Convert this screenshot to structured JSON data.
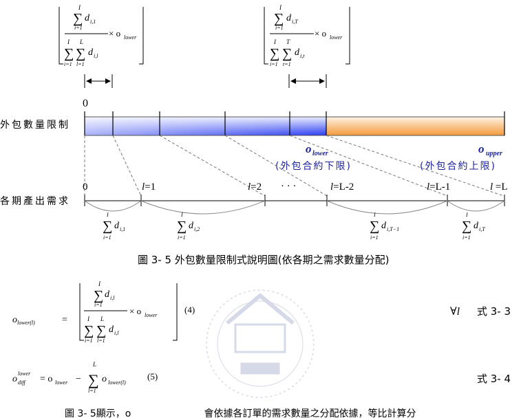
{
  "diagram": {
    "formula_left": {
      "sum_top": "I",
      "sum_top_var": "d",
      "sum_top_sub": "i,1",
      "sum_bot_var": "d",
      "sum_bot_sub": "i,l",
      "limit_i": "i=1",
      "limit_l": "l=1",
      "times": "× o",
      "o_sub": "lower",
      "I": "I",
      "L": "L"
    },
    "formula_right": {
      "sum_top": "I",
      "sum_top_var": "d",
      "sum_top_sub": "i,T",
      "sum_bot_var": "d",
      "sum_bot_sub": "i,t",
      "limit_i": "i=1",
      "limit_t": "t=1",
      "times": "× o",
      "o_sub": "lower",
      "I": "I",
      "T": "T"
    },
    "zero_top": "0",
    "row1_label": "外包數量限制",
    "o_lower": "o",
    "o_lower_sub": "lower",
    "o_lower_note": "(外包合約下限)",
    "o_upper": "o",
    "o_upper_sub": "upper",
    "o_upper_note": "(外包合約上限)",
    "row2_label": "各期產出需求",
    "periods": [
      {
        "label": "0"
      },
      {
        "label_var": "l",
        "label_val": "=1"
      },
      {
        "label_var": "l",
        "label_val": "=2"
      },
      {
        "label": "· · ·"
      },
      {
        "label_var": "l",
        "label_val": "=L-2"
      },
      {
        "label_var": "l",
        "label_val": "=L-1"
      },
      {
        "label_var": "l ",
        "label_val": "=L"
      }
    ],
    "sums": [
      {
        "var": "d",
        "sub": "i,1",
        "top": "I",
        "bot": "i=1"
      },
      {
        "var": "d",
        "sub": "i,2",
        "top": "I",
        "bot": "i=1"
      },
      {
        "var": "d",
        "sub": "i,T−1",
        "top": "I",
        "bot": "i=1"
      },
      {
        "var": "d",
        "sub": "i,T",
        "top": "I",
        "bot": "i=1"
      }
    ]
  },
  "caption": "圖 3- 5 外包數量限制式說明圖(依各期之需求數量分配)",
  "eq1": {
    "lhs": "o",
    "lhs_sub": "lower(l)",
    "eq": "=",
    "num_var": "d",
    "num_sub": "i,l",
    "den_var": "d",
    "den_sub": "i,l",
    "times": "× o",
    "o_sub": "lower",
    "I": "I",
    "L": "L",
    "li": "i=1",
    "ll": "l=1",
    "note": "(4)",
    "forall": "∀l",
    "label": "式 3- 3"
  },
  "eq2": {
    "lhs": "o",
    "lhs_sup": "lower",
    "lhs_sub": "diff",
    "rhs": "= o",
    "rhs_sub": "lower",
    "minus": "−",
    "sum_top": "L",
    "sum_bot": "l=1",
    "term": "o",
    "term_sub": "lower(l)",
    "note": "(5)",
    "label": "式 3- 4"
  },
  "bottom_line": "圖 3- 5顯示，o",
  "bottom_line_rest": " 會依據各訂單的需求數量之分配依據，等比計算分"
}
